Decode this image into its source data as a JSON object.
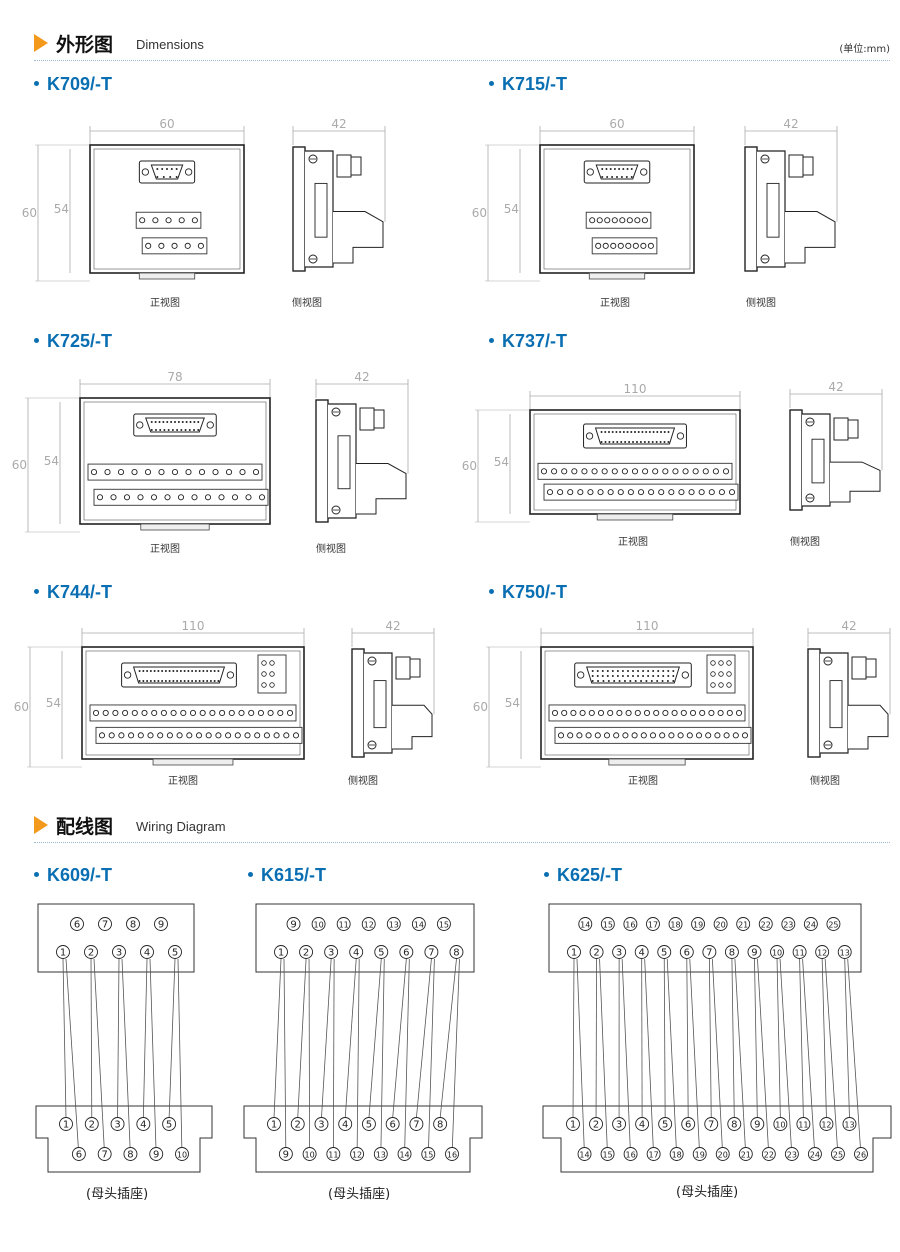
{
  "sections": {
    "dimensions": {
      "title_zh": "外形图",
      "title_en": "Dimensions",
      "unit": "(单位:mm)"
    },
    "wiring": {
      "title_zh": "配线图",
      "title_en": "Wiring Diagram"
    }
  },
  "captions": {
    "front": "正视图",
    "side": "侧视图",
    "female": "(母头插座)"
  },
  "dim_models": [
    {
      "name": "K709/-T",
      "width": "60",
      "height": "60",
      "inner": "54",
      "depth": "42"
    },
    {
      "name": "K715/-T",
      "width": "60",
      "height": "60",
      "inner": "54",
      "depth": "42"
    },
    {
      "name": "K725/-T",
      "width": "78",
      "height": "60",
      "inner": "54",
      "depth": "42"
    },
    {
      "name": "K737/-T",
      "width": "110",
      "height": "60",
      "inner": "54",
      "depth": "42"
    },
    {
      "name": "K744/-T",
      "width": "110",
      "height": "60",
      "inner": "54",
      "depth": "42"
    },
    {
      "name": "K750/-T",
      "width": "110",
      "height": "60",
      "inner": "54",
      "depth": "42"
    }
  ],
  "wiring_models": [
    {
      "name": "K609/-T",
      "top_row": [
        6,
        7,
        8,
        9
      ],
      "bottom_row": [
        1,
        2,
        3,
        4,
        5
      ],
      "term_top": [
        1,
        2,
        3,
        4,
        5
      ],
      "term_bottom": [
        6,
        7,
        8,
        9,
        10
      ]
    },
    {
      "name": "K615/-T",
      "top_row": [
        9,
        10,
        11,
        12,
        13,
        14,
        15
      ],
      "bottom_row": [
        1,
        2,
        3,
        4,
        5,
        6,
        7,
        8
      ],
      "term_top": [
        1,
        2,
        3,
        4,
        5,
        6,
        7,
        8
      ],
      "term_bottom": [
        9,
        10,
        11,
        12,
        13,
        14,
        15,
        16
      ]
    },
    {
      "name": "K625/-T",
      "top_row": [
        14,
        15,
        16,
        17,
        18,
        19,
        20,
        21,
        22,
        23,
        24,
        25
      ],
      "bottom_row": [
        1,
        2,
        3,
        4,
        5,
        6,
        7,
        8,
        9,
        10,
        11,
        12,
        13
      ],
      "term_top": [
        1,
        2,
        3,
        4,
        5,
        6,
        7,
        8,
        9,
        10,
        11,
        12,
        13
      ],
      "term_bottom": [
        14,
        15,
        16,
        17,
        18,
        19,
        20,
        21,
        22,
        23,
        24,
        25,
        26
      ]
    }
  ]
}
